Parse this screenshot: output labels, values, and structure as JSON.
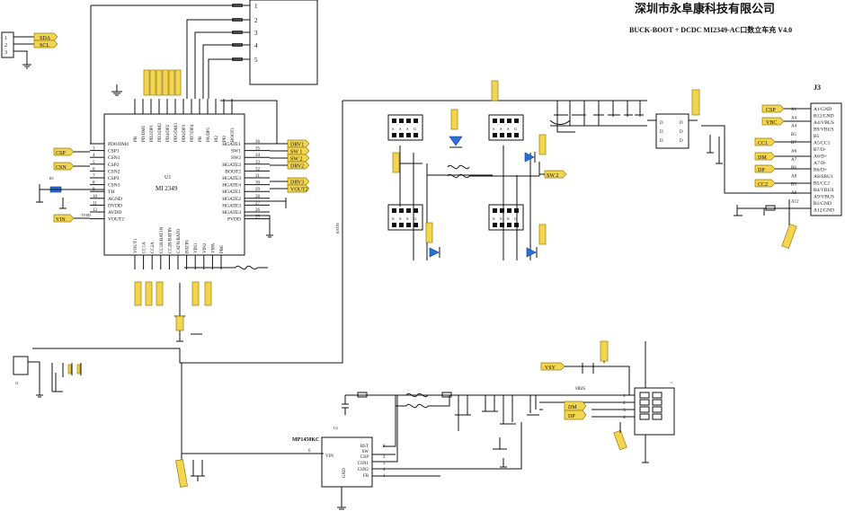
{
  "title": "深圳市永阜康科技有限公司",
  "subtitle": "BUCK-BOOT + DCDC MI2349-AC口数立车充 V4.0",
  "colors": {
    "net_label": "#f2d64f",
    "line": "#111111",
    "blue_part": "#2b6fd6"
  },
  "top_connector": {
    "pins": [
      "1",
      "2",
      "3",
      "4",
      "5"
    ]
  },
  "i2c_header": {
    "pins": [
      "1",
      "2",
      "3"
    ],
    "labels": [
      "SDA",
      "SCL"
    ]
  },
  "main_ic": {
    "ref": "U1",
    "part": "MI 2349",
    "left_pins": [
      {
        "num": "",
        "name": "PD0/DM4"
      },
      {
        "num": "3",
        "name": "CSP1"
      },
      {
        "num": "4",
        "name": "CSN1"
      },
      {
        "num": "5",
        "name": "CSP2"
      },
      {
        "num": "6",
        "name": "CSN2"
      },
      {
        "num": "7",
        "name": "CSP3"
      },
      {
        "num": "8",
        "name": "CSN3"
      },
      {
        "num": "9",
        "name": "TH"
      },
      {
        "num": "10",
        "name": "AGND"
      },
      {
        "num": "11",
        "name": "DVDD"
      },
      {
        "num": "12",
        "name": "AVDD"
      },
      {
        "num": "",
        "name": "VOUT2"
      }
    ],
    "right_pins": [
      {
        "num": "36",
        "name": "HGATE1"
      },
      {
        "num": "35",
        "name": "SW1"
      },
      {
        "num": "34",
        "name": "SW2"
      },
      {
        "num": "33",
        "name": "HGATE2"
      },
      {
        "num": "32",
        "name": "BOOT2"
      },
      {
        "num": "31",
        "name": "HGATE3"
      },
      {
        "num": "30",
        "name": "HGATE4"
      },
      {
        "num": "29",
        "name": "HGATE1"
      },
      {
        "num": "28",
        "name": "HGATE2"
      },
      {
        "num": "27",
        "name": "HGATE3"
      },
      {
        "num": "26",
        "name": "HGATE4"
      },
      {
        "num": "25",
        "name": "PVDD"
      }
    ],
    "top_pins": [
      "PB",
      "PD/DM5",
      "PD2/DP1",
      "PD3/DM2",
      "PD4/DP2",
      "PD5/DM3",
      "PD6/DP3",
      "PD7/DP4",
      "PB",
      "PA/DP1",
      "PI2",
      "PI0",
      "BOOT1"
    ],
    "bottom_pins": [
      "VOUT1",
      "CC1A",
      "CC2A",
      "CC1B/BAT1N",
      "CC2B/BATIN",
      "CATN/BATO",
      "BATIN",
      "VIN1",
      "VIN2",
      "VIPA",
      "PB6"
    ]
  },
  "net_labels": {
    "csp": "CSP",
    "csn": "CSN",
    "vin": "VIN",
    "drv": [
      "DRV1",
      "SW 1",
      "SW 2",
      "DRV2",
      "DRV3",
      "VOUT2"
    ],
    "sw2": "SW 2",
    "vsy": "VSY",
    "dm": "DM",
    "dp": "DP",
    "dm2": "DM",
    "dp2": "DP",
    "cc1": "CC1",
    "cc2": "CC2",
    "vbc": "VBC",
    "csp2": "CSP"
  },
  "mosfets": {
    "labels": [
      "S",
      "S",
      "S",
      "G"
    ]
  },
  "usb_c": {
    "ref": "J3",
    "pins": [
      "A1/GND",
      "B12/GND",
      "A4/VBUS",
      "B9/VBUS",
      "B5",
      "A5/CC1",
      "B7/D-",
      "A6/D+",
      "A7/D-",
      "B6/D+",
      "A8/SBU1",
      "B5/CC2",
      "B4/VBUS",
      "A9/VBUS",
      "B1/GND",
      "A12/GND"
    ],
    "left_nums": [
      "A1",
      "A4",
      "A4",
      "B5",
      "B7",
      "A6",
      "A7",
      "B6",
      "A8",
      "B5",
      "A9",
      "A12"
    ]
  },
  "dcdc_ic": {
    "ref": "U2",
    "part": "MP1450KC",
    "pins": [
      {
        "num": "6",
        "name": "VIN"
      },
      {
        "num": "8",
        "name": "BST"
      },
      {
        "num": "",
        "name": "SW"
      },
      {
        "num": "2",
        "name": "CSP"
      },
      {
        "num": "3",
        "name": "CSN1"
      },
      {
        "num": "4",
        "name": "CSN2"
      },
      {
        "num": "1",
        "name": "FB"
      },
      {
        "num": "",
        "name": "GND"
      }
    ]
  },
  "usb_a": {
    "pins": [
      "1",
      "2",
      "3",
      "4"
    ],
    "net": "VBUS"
  },
  "input_jack": {
    "ref": "J1"
  },
  "small_texts": {
    "r_ntc": "R5",
    "tvdd": "TVDD",
    "r_fb": "R9",
    "batin": "BATIN"
  }
}
